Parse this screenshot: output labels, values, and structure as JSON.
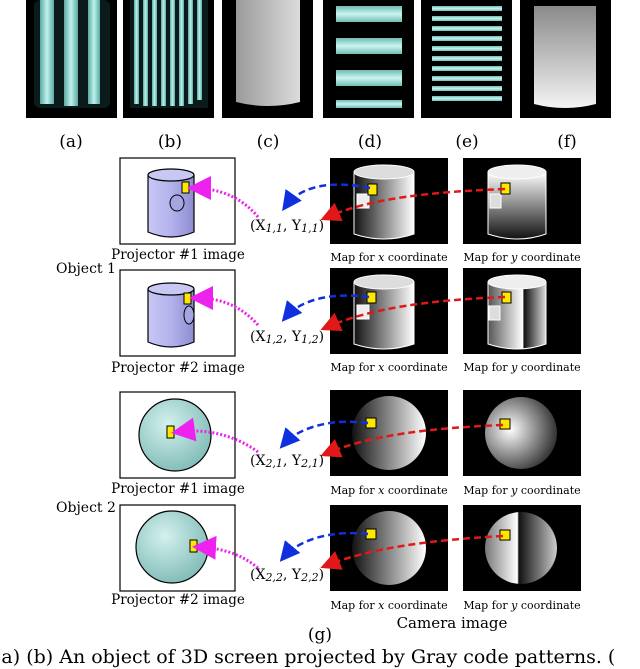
{
  "panel_labels": {
    "a": "(a)",
    "b": "(b)",
    "c": "(c)",
    "d": "(d)",
    "e": "(e)",
    "f": "(f)",
    "g": "(g)"
  },
  "objects": {
    "object1": "Object 1",
    "object2": "Object 2"
  },
  "projector_labels": {
    "p1": "Projector #1 image",
    "p2": "Projector #2 image"
  },
  "map_labels": {
    "x_prefix": "Map for ",
    "x_var": "x",
    "x_suffix": " coordinate",
    "y_prefix": "Map for ",
    "y_var": "y",
    "y_suffix": " coordinate"
  },
  "coords": {
    "r1": {
      "x_letter": "X",
      "x_sub": "1,1",
      "y_letter": "Y",
      "y_sub": "1,1"
    },
    "r2": {
      "x_letter": "X",
      "x_sub": "1,2",
      "y_letter": "Y",
      "y_sub": "1,2"
    },
    "r3": {
      "x_letter": "X",
      "x_sub": "2,1",
      "y_letter": "Y",
      "y_sub": "2,1"
    },
    "r4": {
      "x_letter": "X",
      "x_sub": "2,2",
      "y_letter": "Y",
      "y_sub": "2,2"
    }
  },
  "camera_label": "Camera image",
  "caption": "(a) (b) An object of 3D screen projected by Gray code patterns. (",
  "colors": {
    "stripe": "#8fdcd5",
    "cylinder": "#b3b2ec",
    "sphere": "#a9d9d6",
    "marker": "#ffe800",
    "arrow_blue": "#1030e0",
    "arrow_red": "#e01818",
    "arrow_magenta": "#ee22ee"
  }
}
